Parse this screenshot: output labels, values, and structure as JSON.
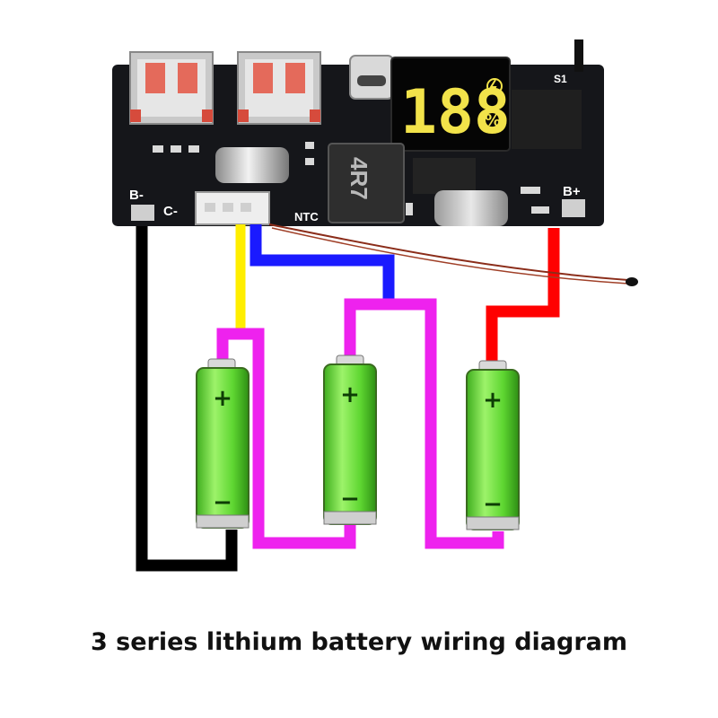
{
  "board": {
    "label_b_minus": "B-",
    "label_c_minus": "C-",
    "label_b_plus": "B+",
    "label_ntc": "NTC",
    "label_inductor": "4R7",
    "label_switch": "S1",
    "display_digits": "188",
    "display_percent": "%"
  },
  "battery": {
    "plus_symbol": "+",
    "minus_symbol": "−"
  },
  "wire_colors": {
    "black": "#000000",
    "yellow": "#ffee00",
    "blue": "#1a1aff",
    "magenta": "#ee22ee",
    "red": "#ff0000"
  },
  "display_color": "#f2e34a",
  "caption": "3 series lithium battery wiring diagram"
}
